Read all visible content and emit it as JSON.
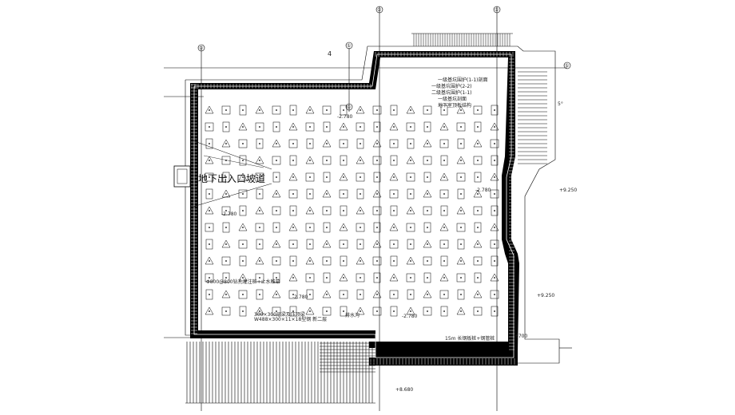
{
  "drawing": {
    "axis_bubbles": {
      "left_vertical": "①",
      "top_vertical": "①",
      "right_vertical": "①",
      "top_right_horizontal": "①",
      "top_small": "①",
      "mid_small": "①",
      "top_marker": "4"
    },
    "ramp_label": "地下出入口坡道",
    "elevations": {
      "e1": "-2.780",
      "e2": "-2.780",
      "e3": "-2.780",
      "e4": "-2.780",
      "e5": "-2.780",
      "right_upper": "+9.250",
      "right_lower": "+9.250",
      "bottom": "+8.680"
    },
    "notes": {
      "left_wall": "Φ800@800钻孔灌注桩+止水帷幕",
      "beam": "300×300冠梁及压顶梁",
      "steel": "W488×300×11×18型钢 新二层",
      "drain": "排水沟",
      "bottom_right": "15m 长钢板桩+钢管桩",
      "dim_right": "6700",
      "dim_top": "5°",
      "legend1": "一级基坑围护(1-1)剖面",
      "legend2": "一级基坑围护(2-2)",
      "legend3": "二级基坑围护(1-1)",
      "legend4": "一级基坑剖面",
      "legend5": "地下室顶板结构"
    }
  },
  "colors": {
    "line": "#000000",
    "background": "#ffffff"
  }
}
